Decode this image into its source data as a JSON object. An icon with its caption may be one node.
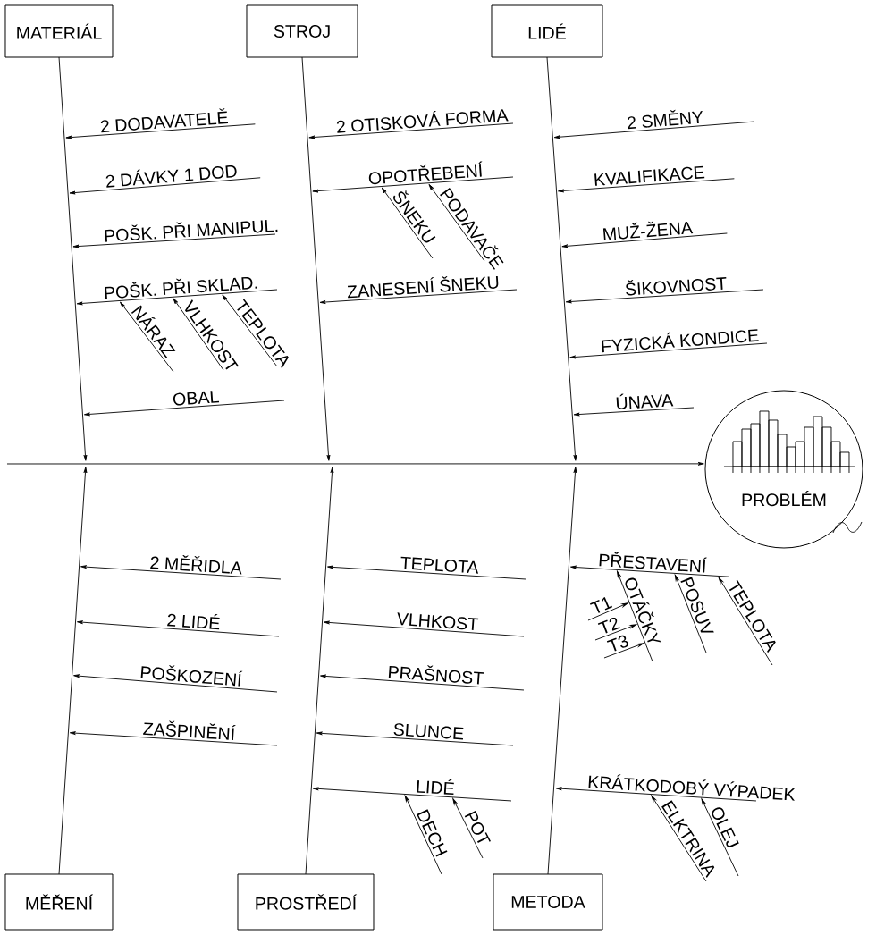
{
  "diagram": {
    "nodes": [
      {
        "text": [
          "MATERIÁL"
        ]
      },
      {
        "text": [
          "STROJ"
        ]
      },
      {
        "text": [
          "LIDÉ"
        ]
      },
      {
        "text": [
          "MĚŘENÍ"
        ]
      },
      {
        "text": [
          "PROSTŘEDÍ"
        ]
      },
      {
        "text": [
          "METODA"
        ]
      },
      {
        "text": [
          "PROBLÉM"
        ]
      },
      {
        "text": [
          "2 DODAVATELĚ"
        ]
      },
      {
        "text": [
          "2 DÁVKY 1 DOD"
        ]
      },
      {
        "text": [
          "POŠK. PŘI MANIPUL."
        ]
      },
      {
        "text": [
          "POŠK. PŘI SKLAD."
        ]
      },
      {
        "text": [
          "NÁRAZ"
        ]
      },
      {
        "text": [
          "VLHKOST"
        ]
      },
      {
        "text": [
          "TEPLOTA"
        ]
      },
      {
        "text": [
          "OBAL"
        ]
      },
      {
        "text": [
          "2 OTISKOVÁ FORMA"
        ]
      },
      {
        "text": [
          "OPOTŘEBENÍ"
        ]
      },
      {
        "text": [
          "ŠNEKU"
        ]
      },
      {
        "text": [
          "PODAVAČE"
        ]
      },
      {
        "text": [
          "ZANESENÍ ŠNEKU"
        ]
      },
      {
        "text": [
          "2 SMĚNY"
        ]
      },
      {
        "text": [
          "KVALIFIKACE"
        ]
      },
      {
        "text": [
          "MUŽ-ŽENA"
        ]
      },
      {
        "text": [
          "ŠIKOVNOST"
        ]
      },
      {
        "text": [
          "FYZICKÁ KONDICE"
        ]
      },
      {
        "text": [
          "ÚNAVA"
        ]
      },
      {
        "text": [
          "2 MĚŘIDLA"
        ]
      },
      {
        "text": [
          "2 LIDÉ"
        ]
      },
      {
        "text": [
          "POŠKOZENÍ"
        ]
      },
      {
        "text": [
          "ZAŠPINĚNÍ"
        ]
      },
      {
        "text": [
          "TEPLOTA"
        ]
      },
      {
        "text": [
          "VLHKOST"
        ]
      },
      {
        "text": [
          "PRAŠNOST"
        ]
      },
      {
        "text": [
          "SLUNCE"
        ]
      },
      {
        "text": [
          "LIDÉ"
        ]
      },
      {
        "text": [
          "DECH"
        ]
      },
      {
        "text": [
          "POT"
        ]
      },
      {
        "text": [
          "PŘESTAVENÍ"
        ]
      },
      {
        "text": [
          "OTÁČKY"
        ]
      },
      {
        "text": [
          "T1"
        ]
      },
      {
        "text": [
          "T2"
        ]
      },
      {
        "text": [
          "T3"
        ]
      },
      {
        "text": [
          "POSUV"
        ]
      },
      {
        "text": [
          "TEPLOTA"
        ]
      },
      {
        "text": [
          "KRÁTKODOBÝ VÝPADEK"
        ]
      },
      {
        "text": [
          "ELKTRINA"
        ]
      },
      {
        "text": [
          "OLEJ"
        ]
      }
    ],
    "edges": [
      {
        "from": null,
        "to": 6,
        "arrow": "to"
      },
      {
        "from": 0,
        "to": null,
        "arrow": "to"
      },
      {
        "from": 1,
        "to": null,
        "arrow": "to"
      },
      {
        "from": 2,
        "to": null,
        "arrow": "to"
      },
      {
        "from": 3,
        "to": null,
        "arrow": "to"
      },
      {
        "from": 4,
        "to": null,
        "arrow": "to"
      },
      {
        "from": 5,
        "to": null,
        "arrow": "to"
      },
      {
        "from": 7,
        "to": null,
        "arrow": "to"
      },
      {
        "from": 8,
        "to": null,
        "arrow": "to"
      },
      {
        "from": 9,
        "to": null,
        "arrow": "to"
      },
      {
        "from": 10,
        "to": null,
        "arrow": "to"
      },
      {
        "from": 11,
        "to": 10,
        "arrow": "to"
      },
      {
        "from": 12,
        "to": 10,
        "arrow": "to"
      },
      {
        "from": 13,
        "to": 10,
        "arrow": "to"
      },
      {
        "from": 14,
        "to": null,
        "arrow": "to"
      },
      {
        "from": 15,
        "to": null,
        "arrow": "to"
      },
      {
        "from": 16,
        "to": null,
        "arrow": "to"
      },
      {
        "from": 17,
        "to": 16,
        "arrow": "to"
      },
      {
        "from": 18,
        "to": 16,
        "arrow": "to"
      },
      {
        "from": 19,
        "to": null,
        "arrow": "to"
      },
      {
        "from": 20,
        "to": null,
        "arrow": "to"
      },
      {
        "from": 21,
        "to": null,
        "arrow": "to"
      },
      {
        "from": 22,
        "to": null,
        "arrow": "to"
      },
      {
        "from": 23,
        "to": null,
        "arrow": "to"
      },
      {
        "from": 24,
        "to": null,
        "arrow": "to"
      },
      {
        "from": 25,
        "to": null,
        "arrow": "to"
      },
      {
        "from": 26,
        "to": null,
        "arrow": "to"
      },
      {
        "from": 27,
        "to": null,
        "arrow": "to"
      },
      {
        "from": 28,
        "to": null,
        "arrow": "to"
      },
      {
        "from": 29,
        "to": null,
        "arrow": "to"
      },
      {
        "from": 30,
        "to": null,
        "arrow": "to"
      },
      {
        "from": 31,
        "to": null,
        "arrow": "to"
      },
      {
        "from": 32,
        "to": null,
        "arrow": "to"
      },
      {
        "from": 33,
        "to": null,
        "arrow": "to"
      },
      {
        "from": 34,
        "to": null,
        "arrow": "to"
      },
      {
        "from": 35,
        "to": 34,
        "arrow": "to"
      },
      {
        "from": 36,
        "to": 34,
        "arrow": "to"
      },
      {
        "from": 37,
        "to": null,
        "arrow": "to"
      },
      {
        "from": 38,
        "to": 37,
        "arrow": "to"
      },
      {
        "from": 39,
        "to": 38,
        "arrow": "to"
      },
      {
        "from": 40,
        "to": 38,
        "arrow": "to"
      },
      {
        "from": 41,
        "to": 38,
        "arrow": "to"
      },
      {
        "from": 42,
        "to": 37,
        "arrow": "to"
      },
      {
        "from": 43,
        "to": 37,
        "arrow": "to"
      },
      {
        "from": 44,
        "to": null,
        "arrow": "to"
      },
      {
        "from": 45,
        "to": 44,
        "arrow": "to"
      },
      {
        "from": 46,
        "to": 44,
        "arrow": "to"
      }
    ]
  }
}
